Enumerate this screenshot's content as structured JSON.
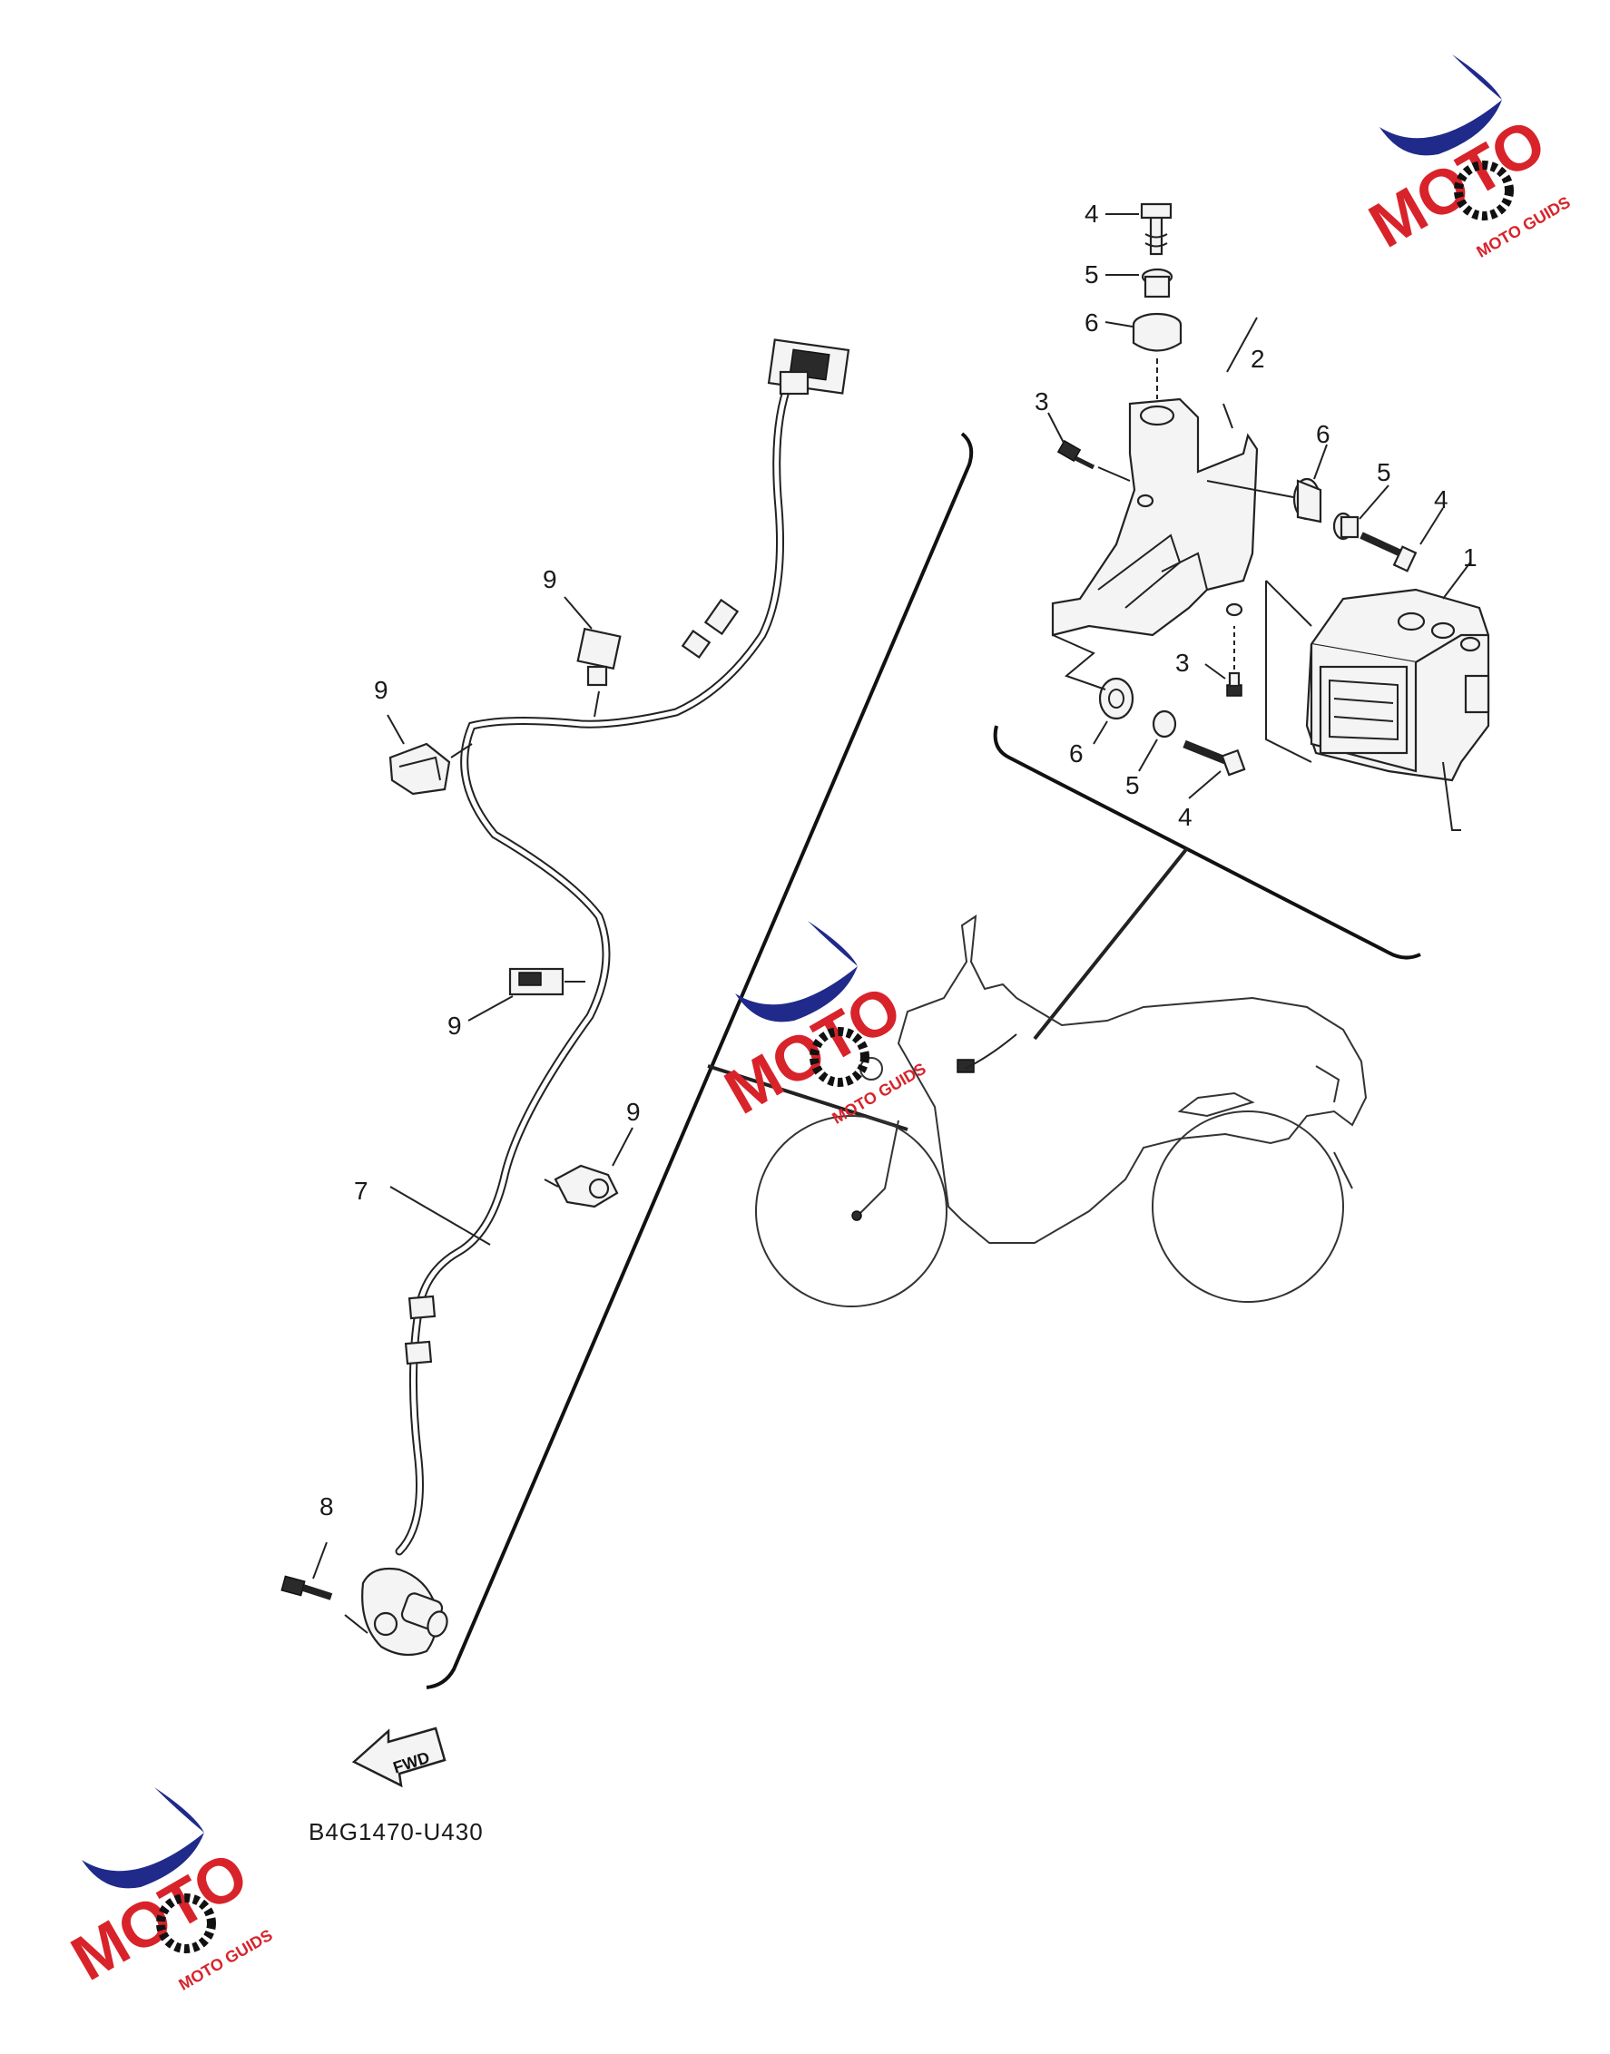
{
  "diagram": {
    "code": "B4G1470-U430",
    "fwd_text": "FWD",
    "callouts": {
      "abs_unit": "1",
      "bracket": "2",
      "bolt_3a": "3",
      "bolt_3b": "3",
      "bolt_4a": "4",
      "bolt_4b": "4",
      "bolt_4c": "4",
      "collar_5a": "5",
      "collar_5b": "5",
      "collar_5c": "5",
      "damper_6a": "6",
      "damper_6b": "6",
      "damper_6c": "6",
      "sensor_lead": "7",
      "sensor_bolt": "8",
      "clamp_9a": "9",
      "clamp_9b": "9",
      "clamp_9c": "9",
      "clamp_9d": "9"
    }
  },
  "watermarks": {
    "brand": "MOTO GUIDS",
    "colors": {
      "blue": "#1f2a8a",
      "red": "#d8232a",
      "black": "#111111"
    }
  }
}
